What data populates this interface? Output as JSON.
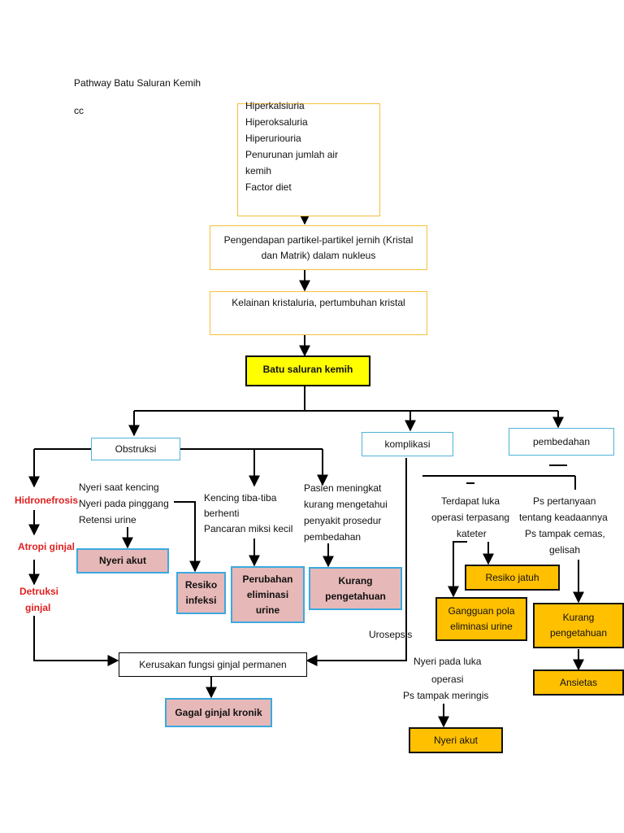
{
  "header": {
    "title": "Pathway Batu Saluran Kemih",
    "note": "cc"
  },
  "causes": {
    "line1": "Hiperkalsiuria",
    "line2": "Hiperoksaluria",
    "line3": "Hiperuriouria",
    "line4": "Penurunan jumlah air",
    "line5": "kemih",
    "line6": "Factor diet"
  },
  "steps": {
    "sedimentation_1": "Pengendapan partikel-partikel jernih (Kristal",
    "sedimentation_2": "dan Matrik) dalam nukleus",
    "crystal": "Kelainan kristaluria, pertumbuhan kristal",
    "main": "Batu saluran kemih"
  },
  "branches": {
    "obstruksi": "Obstruksi",
    "komplikasi": "komplikasi",
    "pembedahan": "pembedahan"
  },
  "left_chain": {
    "hidronefrosis": "Hidronefrosis",
    "atropi": "Atropi ginjal",
    "detruksi_1": "Detruksi",
    "detruksi_2": "ginjal"
  },
  "symptoms": {
    "pain_1": "Nyeri saat kencing",
    "pain_2": "Nyeri pada pinggang",
    "pain_3": "Retensi urine",
    "urine_1": "Kencing tiba-tiba",
    "urine_2": "berhenti",
    "urine_3": "Pancaran miksi kecil",
    "patient_1": "Pasien meningkat",
    "patient_2": "kurang mengetahui",
    "patient_3": "penyakit prosedur",
    "patient_4": "pembedahan"
  },
  "diagnoses": {
    "nyeri_akut": "Nyeri akut",
    "resiko_infeksi_1": "Resiko",
    "resiko_infeksi_2": "infeksi",
    "perubahan_1": "Perubahan",
    "perubahan_2": "eliminasi",
    "perubahan_3": "urine",
    "kurang_1": "Kurang",
    "kurang_2": "pengetahuan",
    "gagal_ginjal": "Gagal ginjal kronik"
  },
  "kidney_damage": "Kerusakan fungsi ginjal permanen",
  "urosepsis": "Urosepsis",
  "surgery": {
    "wound_1": "Terdapat luka",
    "wound_2": "operasi terpasang",
    "wound_3": "kateter",
    "question_1": "Ps pertanyaan",
    "question_2": "tentang keadaannya",
    "question_3": "Ps tampak cemas,",
    "question_4": "gelisah",
    "resiko_jatuh": "Resiko jatuh",
    "gangguan_1": "Gangguan pola",
    "gangguan_2": "eliminasi urine",
    "kurang_1": "Kurang",
    "kurang_2": "pengetahuan",
    "ansietas": "Ansietas",
    "pain_1": "Nyeri pada luka",
    "pain_2": "operasi",
    "pain_3": "Ps tampak meringis",
    "nyeri_akut": "Nyeri akut"
  },
  "colors": {
    "orange_border": "#f5c13a",
    "blue_border": "#4fb3d9",
    "pink_fill": "#e6b8b7",
    "yellow_fill": "#ffc000",
    "main_fill": "#ffff00",
    "red_text": "#e02020"
  }
}
